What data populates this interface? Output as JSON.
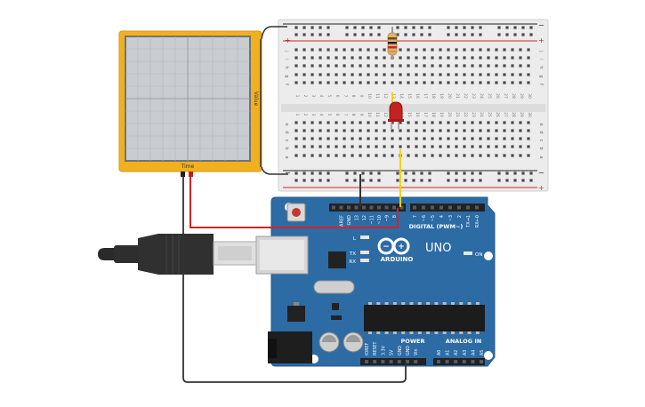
{
  "oscilloscope": {
    "y_axis_label": "Value",
    "x_axis_label": "Time"
  },
  "breadboard": {
    "row_letters_top": [
      "j",
      "i",
      "h",
      "g",
      "f"
    ],
    "row_letters_bottom": [
      "e",
      "d",
      "c",
      "b",
      "a"
    ],
    "column_numbers": [
      "1",
      "2",
      "3",
      "4",
      "5",
      "6",
      "7",
      "8",
      "9",
      "10",
      "11",
      "12",
      "13",
      "14",
      "15",
      "16",
      "17",
      "18",
      "19",
      "20",
      "21",
      "22",
      "23",
      "24",
      "25",
      "26",
      "27",
      "28",
      "29",
      "30"
    ],
    "rail_plus": "+",
    "rail_minus": "−"
  },
  "arduino": {
    "model": "UNO",
    "brand": "ARDUINO",
    "on_label": "ON",
    "led_labels": [
      "L",
      "TX",
      "RX"
    ],
    "digital_header_label": "DIGITAL (PWM~)",
    "digital_pins": [
      "AREF",
      "GND",
      "13",
      "12",
      "~11",
      "~10",
      "~9",
      "8",
      "7",
      "~6",
      "~5",
      "4",
      "~3",
      "2",
      "TX→1",
      "RX←0"
    ],
    "power_header_label": "POWER",
    "power_pins": [
      "IOREF",
      "RESET",
      "3.3V",
      "5V",
      "GND",
      "GND",
      "Vin"
    ],
    "analog_header_label": "ANALOG IN",
    "analog_pins": [
      "A0",
      "A1",
      "A2",
      "A3",
      "A4",
      "A5"
    ]
  },
  "colors": {
    "scope_frame": "#f2b01e",
    "breadboard": "#ececec",
    "arduino_board": "#2c6ba4",
    "wire_red": "#d42424",
    "wire_black": "#333333",
    "wire_yellow": "#f4d100",
    "led_red": "#c22222"
  }
}
